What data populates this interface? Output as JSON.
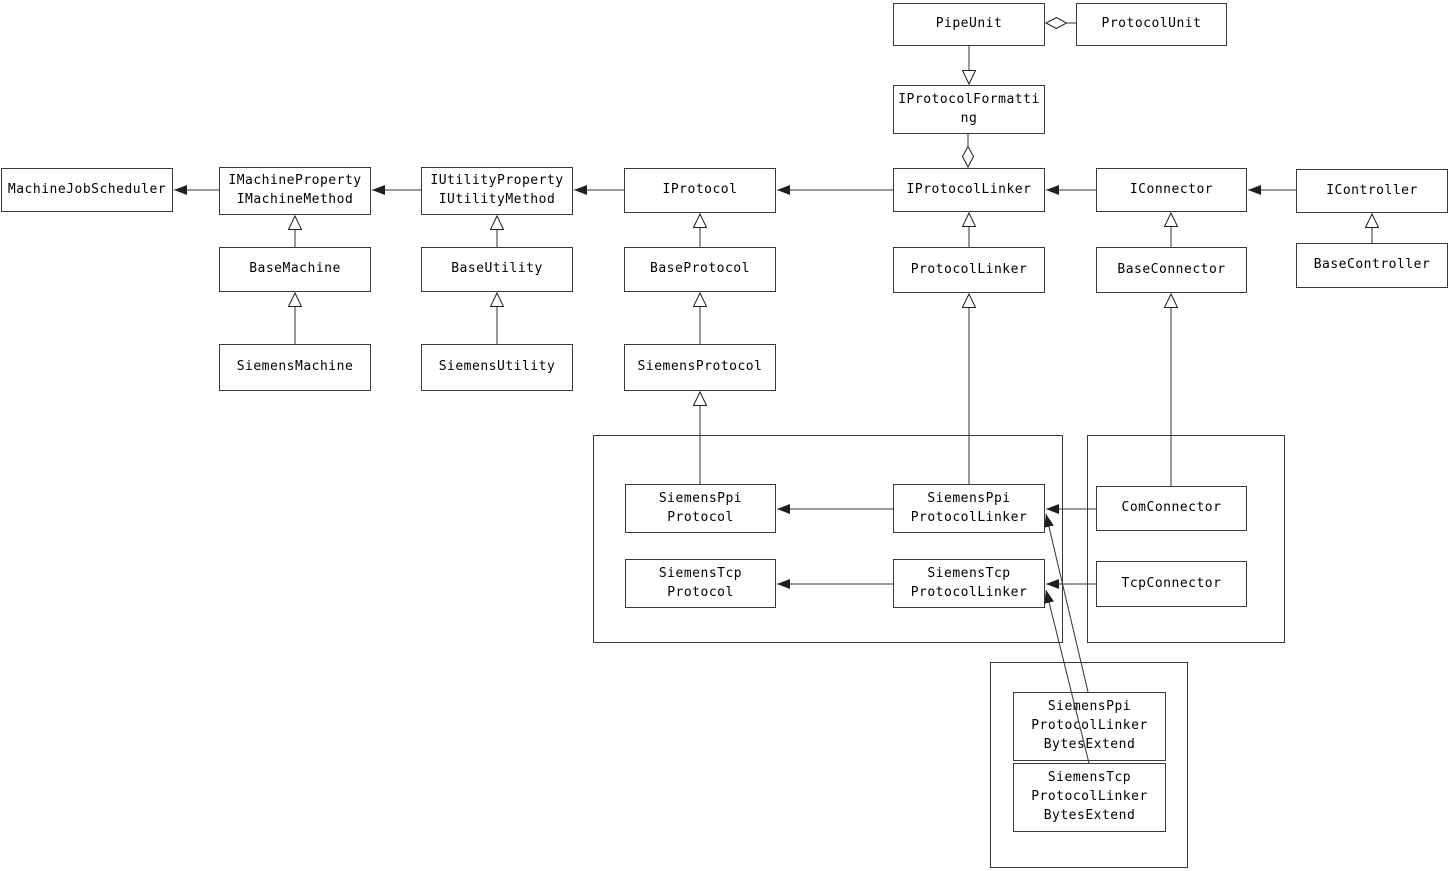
{
  "diagram": {
    "type": "uml-class-diagram",
    "colors": {
      "background": "#ffffff",
      "line": "#333333",
      "box_border": "#3a3a3a",
      "text": "#000000"
    },
    "nodes": {
      "pipe_unit": {
        "label": "PipeUnit"
      },
      "protocol_unit": {
        "label": "ProtocolUnit"
      },
      "iprotocol_formatting": {
        "label": "IProtocolFormatti\nng"
      },
      "machine_job_scheduler": {
        "label": "MachineJobScheduler"
      },
      "imachine_property": {
        "label": "IMachineProperty\nIMachineMethod"
      },
      "iutility_property": {
        "label": "IUtilityProperty\nIUtilityMethod"
      },
      "iprotocol": {
        "label": "IProtocol"
      },
      "iprotocol_linker": {
        "label": "IProtocolLinker"
      },
      "iconnector": {
        "label": "IConnector"
      },
      "icontroller": {
        "label": "IController"
      },
      "base_machine": {
        "label": "BaseMachine"
      },
      "base_utility": {
        "label": "BaseUtility"
      },
      "base_protocol": {
        "label": "BaseProtocol"
      },
      "protocol_linker": {
        "label": "ProtocolLinker"
      },
      "base_connector": {
        "label": "BaseConnector"
      },
      "base_controller": {
        "label": "BaseController"
      },
      "siemens_machine": {
        "label": "SiemensMachine"
      },
      "siemens_utility": {
        "label": "SiemensUtility"
      },
      "siemens_protocol": {
        "label": "SiemensProtocol"
      },
      "siemens_ppi_protocol": {
        "label": "SiemensPpi\nProtocol"
      },
      "siemens_tcp_protocol": {
        "label": "SiemensTcp\nProtocol"
      },
      "siemens_ppi_protocol_linker": {
        "label": "SiemensPpi\nProtocolLinker"
      },
      "siemens_tcp_protocol_linker": {
        "label": "SiemensTcp\nProtocolLinker"
      },
      "com_connector": {
        "label": "ComConnector"
      },
      "tcp_connector": {
        "label": "TcpConnector"
      },
      "siemens_ppi_protocol_linker_bytes_extend": {
        "label": "SiemensPpi\nProtocolLinker\nBytesExtend"
      },
      "siemens_tcp_protocol_linker_bytes_extend": {
        "label": "SiemensTcp\nProtocolLinker\nBytesExtend"
      }
    },
    "edges": [
      {
        "from": "ProtocolUnit",
        "to": "PipeUnit",
        "type": "aggregation"
      },
      {
        "from": "PipeUnit",
        "to": "IProtocolFormatting",
        "type": "realization"
      },
      {
        "from": "IProtocolFormatting",
        "to": "IProtocolLinker",
        "type": "aggregation"
      },
      {
        "from": "IMachineProperty IMachineMethod",
        "to": "MachineJobScheduler",
        "type": "association"
      },
      {
        "from": "IUtilityProperty IUtilityMethod",
        "to": "IMachineProperty IMachineMethod",
        "type": "association"
      },
      {
        "from": "IProtocol",
        "to": "IUtilityProperty IUtilityMethod",
        "type": "association"
      },
      {
        "from": "IProtocolLinker",
        "to": "IProtocol",
        "type": "association"
      },
      {
        "from": "IConnector",
        "to": "IProtocolLinker",
        "type": "association"
      },
      {
        "from": "IController",
        "to": "IConnector",
        "type": "association"
      },
      {
        "from": "BaseMachine",
        "to": "IMachineProperty IMachineMethod",
        "type": "inheritance"
      },
      {
        "from": "BaseUtility",
        "to": "IUtilityProperty IUtilityMethod",
        "type": "inheritance"
      },
      {
        "from": "BaseProtocol",
        "to": "IProtocol",
        "type": "inheritance"
      },
      {
        "from": "ProtocolLinker",
        "to": "IProtocolLinker",
        "type": "inheritance"
      },
      {
        "from": "BaseConnector",
        "to": "IConnector",
        "type": "inheritance"
      },
      {
        "from": "BaseController",
        "to": "IController",
        "type": "inheritance"
      },
      {
        "from": "SiemensMachine",
        "to": "BaseMachine",
        "type": "inheritance"
      },
      {
        "from": "SiemensUtility",
        "to": "BaseUtility",
        "type": "inheritance"
      },
      {
        "from": "SiemensProtocol",
        "to": "BaseProtocol",
        "type": "inheritance"
      },
      {
        "from": "SiemensPpiProtocol",
        "to": "SiemensProtocol",
        "type": "inheritance"
      },
      {
        "from": "SiemensPpiProtocolLinker",
        "to": "ProtocolLinker",
        "type": "inheritance"
      },
      {
        "from": "ComConnector",
        "to": "BaseConnector",
        "type": "inheritance"
      },
      {
        "from": "SiemensPpiProtocolLinker",
        "to": "SiemensPpiProtocol",
        "type": "association"
      },
      {
        "from": "SiemensTcpProtocolLinker",
        "to": "SiemensTcpProtocol",
        "type": "association"
      },
      {
        "from": "ComConnector",
        "to": "SiemensPpiProtocolLinker",
        "type": "association"
      },
      {
        "from": "TcpConnector",
        "to": "SiemensTcpProtocolLinker",
        "type": "association"
      },
      {
        "from": "SiemensPpiProtocolLinkerBytesExtend",
        "to": "SiemensPpiProtocolLinker",
        "type": "association"
      },
      {
        "from": "SiemensTcpProtocolLinkerBytesExtend",
        "to": "SiemensTcpProtocolLinker",
        "type": "association"
      }
    ]
  }
}
